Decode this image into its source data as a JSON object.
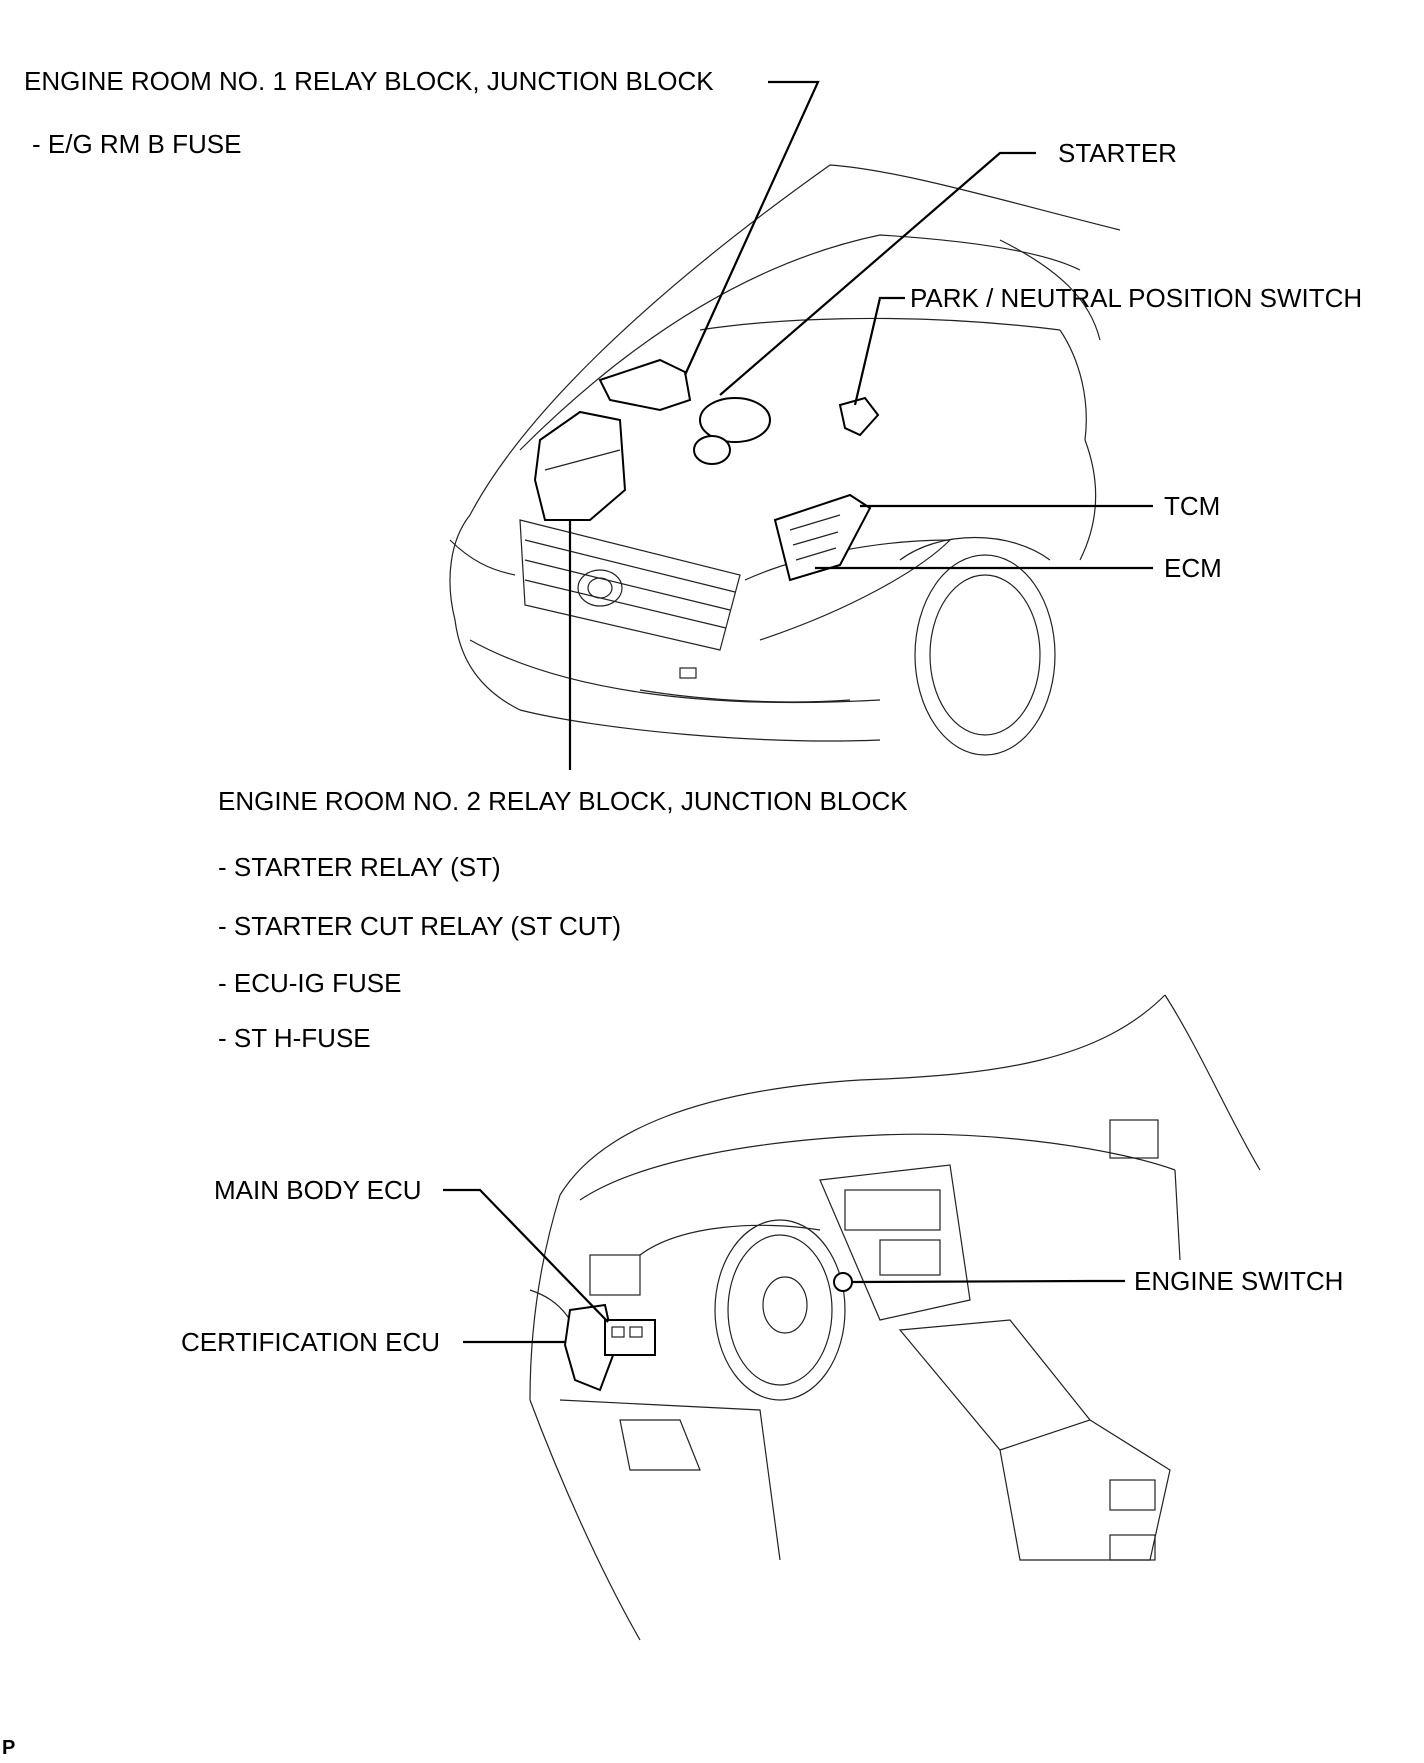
{
  "labels": {
    "er1_title": "ENGINE ROOM NO. 1 RELAY BLOCK, JUNCTION BLOCK",
    "er1_item1": "- E/G RM B FUSE",
    "starter": "STARTER",
    "pnp_switch": "PARK / NEUTRAL POSITION SWITCH",
    "tcm": "TCM",
    "ecm": "ECM",
    "er2_title": "ENGINE ROOM NO. 2 RELAY BLOCK, JUNCTION BLOCK",
    "er2_item1": "- STARTER RELAY (ST)",
    "er2_item2": "- STARTER CUT RELAY (ST CUT)",
    "er2_item3": "- ECU-IG FUSE",
    "er2_item4": "- ST H-FUSE",
    "main_body_ecu": "MAIN BODY ECU",
    "engine_switch": "ENGINE SWITCH",
    "certification_ecu": "CERTIFICATION ECU",
    "corner_mark": "P"
  },
  "colors": {
    "line": "#000000",
    "background": "#ffffff"
  }
}
